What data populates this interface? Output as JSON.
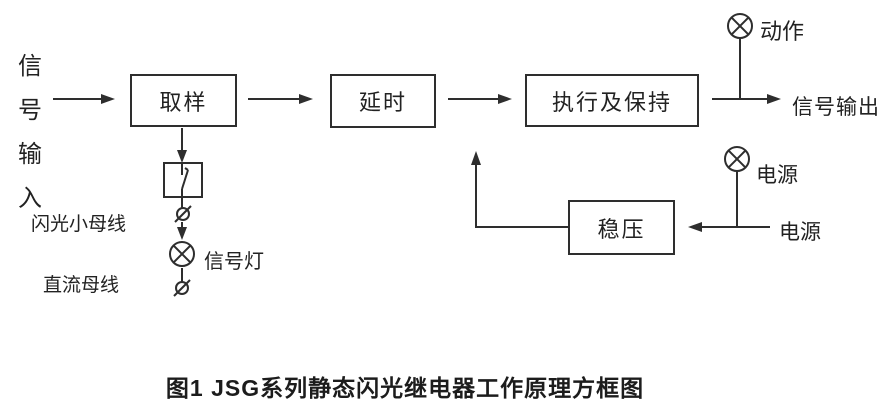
{
  "diagram": {
    "caption": "图1  JSG系列静态闪光继电器工作原理方框图",
    "input": {
      "vertical_label": "信号输入"
    },
    "blocks": {
      "sampling": "取样",
      "delay": "延时",
      "execute_hold": "执行及保持",
      "regulator": "稳压"
    },
    "labels": {
      "signal_output": "信号输出",
      "action_lamp": "动作",
      "power_lamp": "电源",
      "power_source": "电源",
      "signal_lamp": "信号灯",
      "flash_bus": "闪光小母线",
      "dc_bus": "直流母线"
    },
    "icons": {
      "lamp": "circle-with-x indicator lamp",
      "terminal": "circle-with-slash bus terminal",
      "switch": "normally-open contact"
    },
    "colors": {
      "line": "#2e2e2e",
      "text": "#222222",
      "background": "#ffffff"
    }
  }
}
